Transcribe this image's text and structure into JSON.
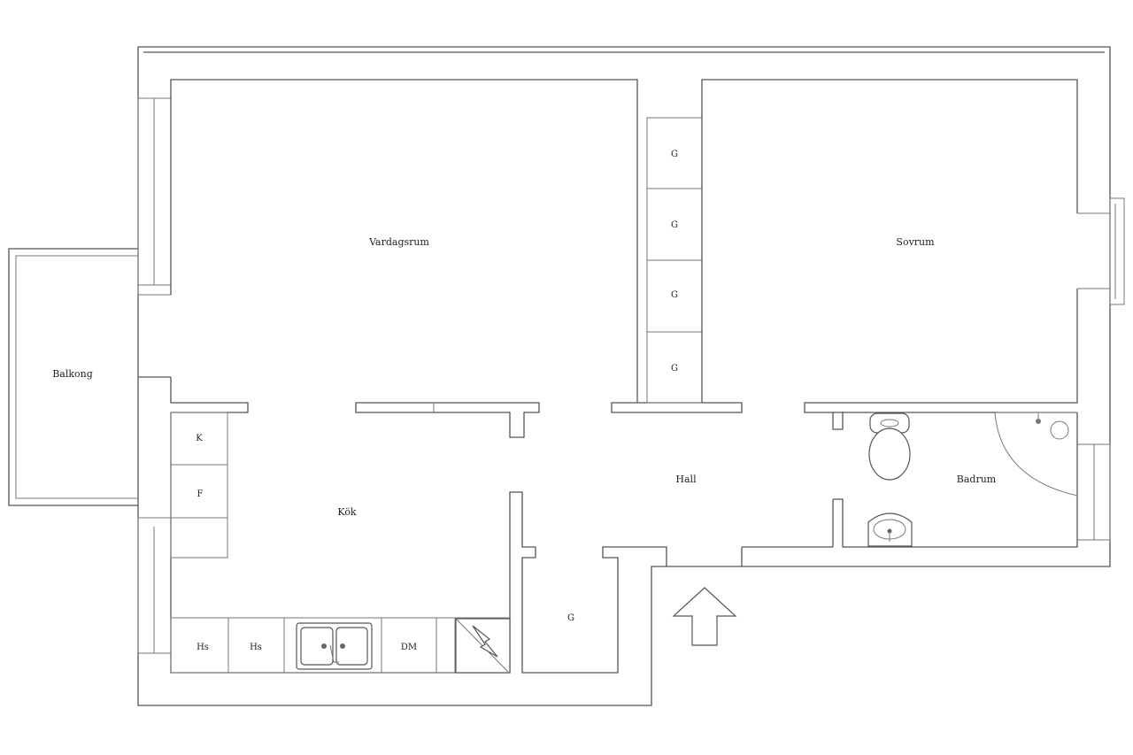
{
  "rooms": {
    "balcony": "Balkong",
    "living_room": "Vardagsrum",
    "bedroom": "Sovrum",
    "kitchen": "Kök",
    "hall": "Hall",
    "bathroom": "Badrum"
  },
  "cabinets": {
    "wardrobe": "G",
    "fridge": "K",
    "freezer": "F",
    "upper_cabinet": "Hs",
    "dishwasher": "DM"
  },
  "icons": {
    "entrance": "entrance-arrow-icon",
    "sink": "kitchen-sink-icon",
    "stove": "stove-icon",
    "toilet": "toilet-icon",
    "basin": "washbasin-icon",
    "shower": "shower-icon"
  }
}
